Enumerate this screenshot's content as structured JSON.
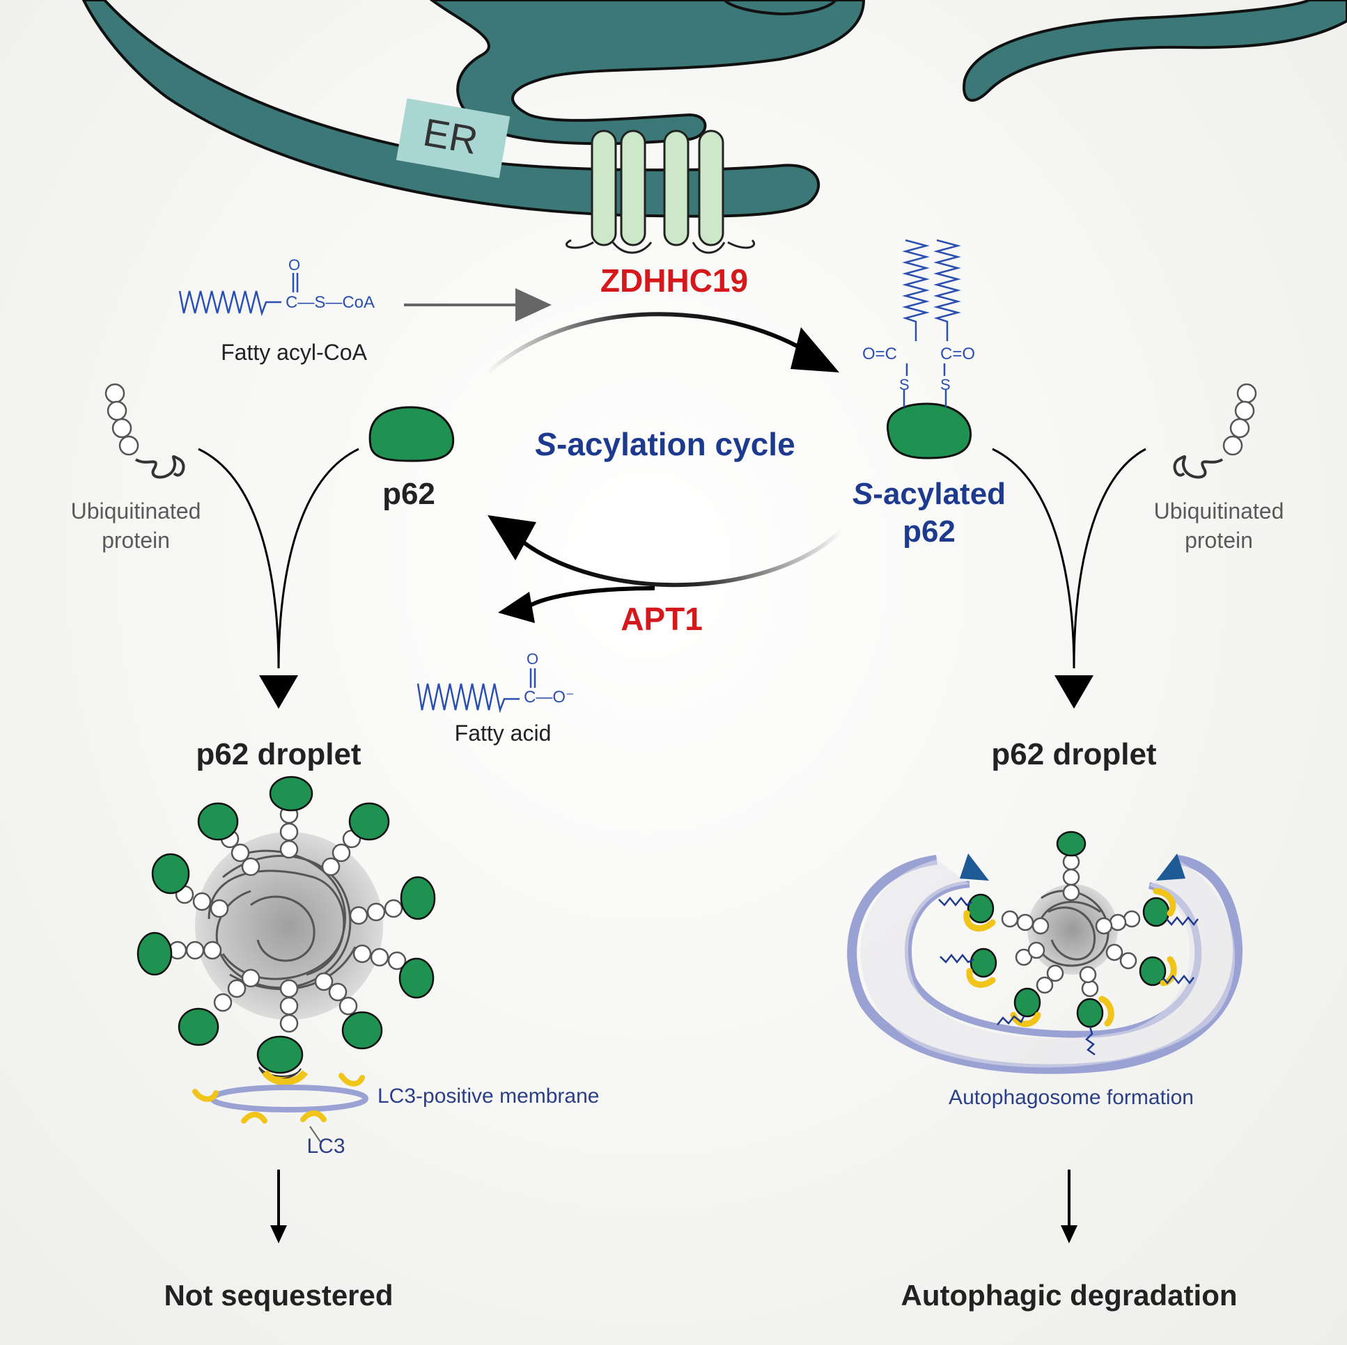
{
  "er_label": "ER",
  "enzyme_top": "ZDHHC19",
  "enzyme_bottom": "APT1",
  "cycle_label": {
    "prefix": "S",
    "rest": "-acylation cycle"
  },
  "p62_label": "p62",
  "acylated_label": {
    "prefix": "S",
    "rest": "-acylated",
    "line2": "p62"
  },
  "fatty_acyl_coa": {
    "formula": "C—S—CoA",
    "carbonyl": "O",
    "name": "Fatty acyl-CoA"
  },
  "fatty_acid": {
    "formula": "C—O⁻",
    "carbonyl": "O",
    "name": "Fatty acid"
  },
  "acyl_groups": {
    "left": "O=C",
    "right": "C=O",
    "sulfur": "S"
  },
  "ubiquitinated_left": {
    "line1": "Ubiquitinated",
    "line2": "protein"
  },
  "ubiquitinated_right": {
    "line1": "Ubiquitinated",
    "line2": "protein"
  },
  "droplet_left_title": "p62 droplet",
  "droplet_right_title": "p62 droplet",
  "lc3_membrane_label": "LC3-positive membrane",
  "lc3_label": "LC3",
  "autophagosome_label": "Autophagosome formation",
  "outcome_left": "Not sequestered",
  "outcome_right": "Autophagic degradation",
  "colors": {
    "er": "#3d7878",
    "er_label_box": "#a9d6d2",
    "p62": "#1f9150",
    "enzyme": "#d4181c",
    "cycle_text": "#1d3a8f",
    "lc3": "#f0c419",
    "membrane": "#9aa2d4"
  }
}
